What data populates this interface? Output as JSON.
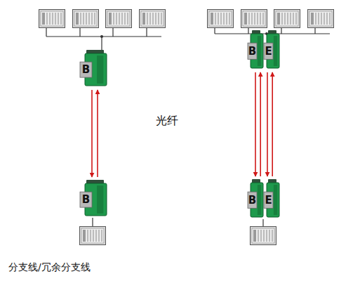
{
  "diagram": {
    "caption": "分支线/冗余分支线",
    "nodes": [
      {
        "text": [
          "B"
        ]
      },
      {
        "text": [
          "B"
        ]
      },
      {
        "text": [
          "B"
        ]
      },
      {
        "text": [
          "E"
        ]
      },
      {
        "text": [
          "B"
        ]
      },
      {
        "text": [
          "E"
        ]
      }
    ],
    "edges": [
      {
        "from": 0,
        "to": 1,
        "arrow": "to"
      },
      {
        "from": 1,
        "to": 0,
        "arrow": "to"
      },
      {
        "from": 2,
        "to": 4,
        "arrow": "to"
      },
      {
        "from": 4,
        "to": 2,
        "arrow": "to"
      },
      {
        "from": 3,
        "to": 5,
        "arrow": "to"
      },
      {
        "from": 5,
        "to": 3,
        "arrow": "to"
      }
    ],
    "labels": [
      "光纤"
    ]
  }
}
